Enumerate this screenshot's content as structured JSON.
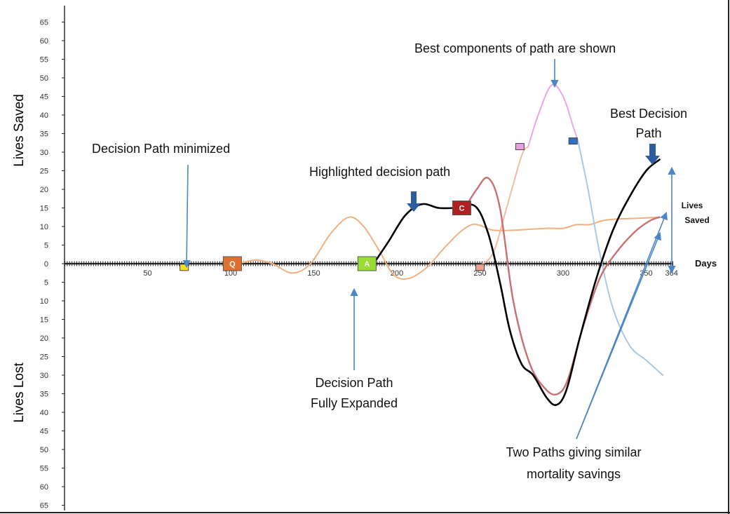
{
  "chart_data": {
    "type": "line",
    "ylabel_top": "Lives Saved",
    "ylabel_bottom": "Lives Lost",
    "xlabel": "Days",
    "xlim": [
      0,
      364
    ],
    "ylim": [
      -65,
      65
    ],
    "x_ticks": [
      50,
      100,
      150,
      200,
      250,
      300,
      350,
      364
    ],
    "y_ticks": [
      65,
      60,
      55,
      50,
      45,
      40,
      35,
      30,
      25,
      20,
      15,
      10,
      5,
      0,
      5,
      10,
      15,
      20,
      25,
      30,
      35,
      40,
      45,
      50,
      55,
      60,
      65
    ],
    "series": [
      {
        "color": "#f0b080",
        "width": 2,
        "points": [
          [
            105,
            0
          ],
          [
            115,
            1
          ],
          [
            125,
            0
          ],
          [
            137,
            -2.5
          ],
          [
            148,
            0
          ],
          [
            160,
            8
          ],
          [
            171,
            12.5
          ],
          [
            180,
            10
          ],
          [
            190,
            3
          ],
          [
            198,
            -3
          ],
          [
            207,
            -4
          ],
          [
            218,
            -1
          ],
          [
            228,
            4
          ],
          [
            238,
            8.5
          ],
          [
            245,
            10.5
          ],
          [
            250,
            10.3
          ],
          [
            258,
            9
          ],
          [
            270,
            9
          ],
          [
            290,
            9.5
          ],
          [
            300,
            9.5
          ],
          [
            308,
            10.5
          ],
          [
            316,
            10.5
          ],
          [
            323,
            11.5
          ],
          [
            332,
            12
          ],
          [
            345,
            12.2
          ],
          [
            358,
            12.5
          ]
        ]
      },
      {
        "color": "#f8b8a0",
        "width": 2,
        "points": [
          [
            250,
            -0.5
          ],
          [
            258,
            3
          ],
          [
            266,
            15
          ],
          [
            275,
            29
          ],
          [
            279,
            31.5
          ]
        ]
      },
      {
        "color": "#e8a8e8",
        "width": 2,
        "points": [
          [
            279,
            31.5
          ],
          [
            285,
            40
          ],
          [
            293,
            48
          ],
          [
            300,
            45
          ],
          [
            306,
            37
          ],
          [
            309,
            33
          ]
        ]
      },
      {
        "color": "#a8c8e8",
        "width": 2,
        "points": [
          [
            309,
            33
          ],
          [
            315,
            20
          ],
          [
            322,
            3
          ],
          [
            330,
            -12
          ],
          [
            340,
            -22
          ],
          [
            350,
            -26
          ],
          [
            360,
            -30
          ]
        ]
      },
      {
        "color": "#c87070",
        "width": 2.4,
        "points": [
          [
            241,
            15
          ],
          [
            248,
            20
          ],
          [
            255,
            23
          ],
          [
            262,
            15
          ],
          [
            270,
            -10
          ],
          [
            280,
            -27
          ],
          [
            290,
            -34
          ],
          [
            297,
            -35
          ],
          [
            303,
            -31
          ],
          [
            312,
            -17
          ],
          [
            322,
            -4
          ],
          [
            332,
            3
          ],
          [
            343,
            8.5
          ],
          [
            352,
            11.5
          ],
          [
            358,
            12.5
          ]
        ]
      },
      {
        "color": "#000000",
        "width": 2.6,
        "points": [
          [
            186,
            0
          ],
          [
            195,
            6
          ],
          [
            205,
            13
          ],
          [
            215,
            16
          ],
          [
            225,
            15
          ],
          [
            235,
            15
          ],
          [
            247,
            15.5
          ],
          [
            255,
            8
          ],
          [
            262,
            -5
          ],
          [
            268,
            -18
          ],
          [
            275,
            -27
          ],
          [
            282,
            -30
          ],
          [
            290,
            -36
          ],
          [
            296,
            -38
          ],
          [
            302,
            -34
          ],
          [
            310,
            -20
          ],
          [
            320,
            -4
          ],
          [
            330,
            9
          ],
          [
            340,
            18
          ],
          [
            350,
            25
          ],
          [
            358,
            28
          ]
        ]
      }
    ],
    "markers": [
      {
        "x": 72,
        "y": -1,
        "label": "",
        "color": "#f5e020",
        "size": "small"
      },
      {
        "x": 101,
        "y": 0,
        "label": "Q",
        "color": "#e07030",
        "size": "large"
      },
      {
        "x": 182,
        "y": 0,
        "label": "A",
        "color": "#99dd33",
        "size": "large"
      },
      {
        "x": 239,
        "y": 15,
        "label": "C",
        "color": "#b02020",
        "size": "large"
      },
      {
        "x": 250,
        "y": -1,
        "label": "",
        "color": "#f0a090",
        "size": "small"
      },
      {
        "x": 274,
        "y": 31.5,
        "label": "",
        "color": "#e8a0e0",
        "size": "small"
      },
      {
        "x": 306,
        "y": 33,
        "label": "",
        "color": "#3070c0",
        "size": "small"
      }
    ],
    "annotations": {
      "decision_path_minimized": "Decision Path minimized",
      "highlighted_decision_path": "Highlighted decision path",
      "best_components_line1": "Best components of path are shown",
      "best_decision_line1": "Best Decision",
      "best_decision_line2": "Path",
      "lives_saved_line1": "Lives",
      "lives_saved_line2": "Saved",
      "fully_expanded_line1": "Decision Path",
      "fully_expanded_line2": "Fully Expanded",
      "two_paths_line1": "Two Paths giving similar",
      "two_paths_line2": "mortality savings"
    }
  }
}
